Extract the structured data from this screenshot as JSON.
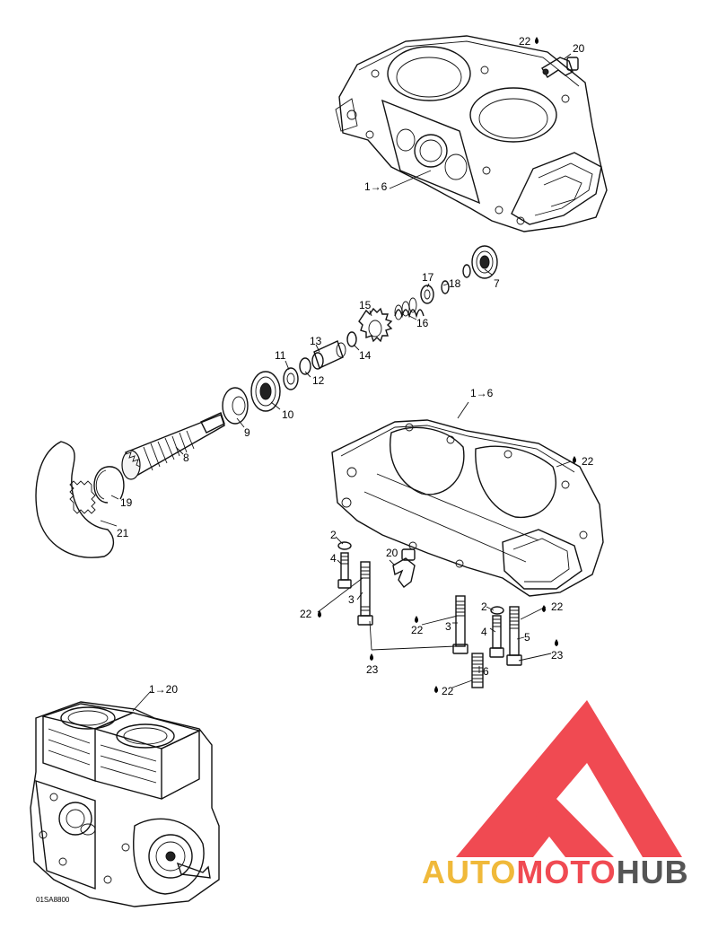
{
  "callouts": {
    "top_oil_22": "22",
    "top_fitting_20": "20",
    "top_crankcase_range": "1→6",
    "bearing_7": "7",
    "ring_18": "18",
    "washer_17": "17",
    "spring_16": "16",
    "gear_15": "15",
    "clip_14": "14",
    "bushing_13": "13",
    "ring_12": "12",
    "washer_11": "11",
    "bearing_10": "10",
    "seal_9": "9",
    "shaft_8": "8",
    "circlip_19": "19",
    "gasket_21": "21",
    "lower_crankcase_range": "1→6",
    "lower_oil_22_right": "22",
    "washer_2_left": "2",
    "bolt_4_left": "4",
    "fitting_20": "20",
    "oil_22_left": "22",
    "stud_3_left": "3",
    "washer_2_right": "2",
    "oil_22_mid": "22",
    "stud_3_mid": "3",
    "oil_22_right": "22",
    "bolt_4_right": "4",
    "bolt_5": "5",
    "loctite_23_right": "23",
    "loctite_23_left": "23",
    "stud_6": "6",
    "oil_22_bottom": "22",
    "engine_range": "1→20"
  },
  "reference_code": "01SA8800",
  "watermark": {
    "word_1": "AUTO",
    "word_2": "MOTO",
    "word_3": "HUB",
    "color_1": "#f0b93a",
    "color_2": "#f04a52",
    "color_3": "#555555"
  }
}
